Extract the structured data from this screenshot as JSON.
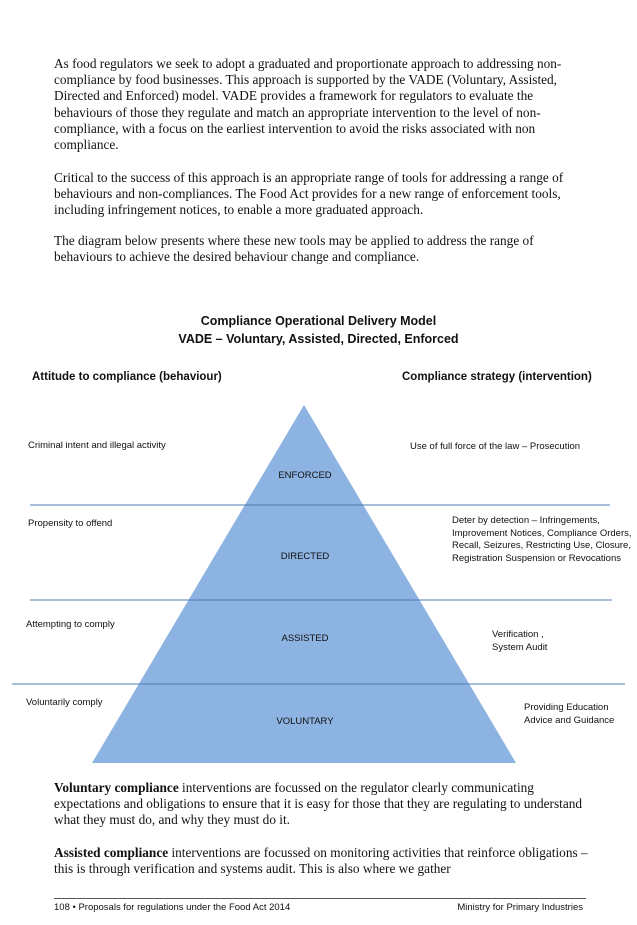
{
  "body": {
    "p1": "As food regulators we seek to adopt a graduated and proportionate approach to addressing non-compliance by food businesses. This approach is supported by the VADE (Voluntary, Assisted, Directed and Enforced) model. VADE provides a framework for regulators to evaluate the behaviours of those they regulate and match an appropriate intervention to the level of non-compliance, with a focus on the earliest intervention to avoid the risks associated with non compliance.",
    "p2": "Critical to the success of this approach is an appropriate range of tools for addressing a range of behaviours and non-compliances. The Food Act provides for a new range of enforcement tools, including infringement notices, to enable a more graduated approach.",
    "p3": "The diagram below presents where these new tools may be applied to address the range of behaviours to achieve the desired behaviour change and compliance.",
    "p4_bold": "Voluntary compliance",
    "p4_rest": " interventions are focussed on the regulator clearly communicating expectations and obligations to ensure that it is easy for those that they are regulating to understand what they must do, and why they must do it.",
    "p5_bold": "Assisted compliance",
    "p5_rest": " interventions are focussed on monitoring activities that reinforce obligations – this is through verification and systems audit. This is also where we gather"
  },
  "diagram": {
    "title_line1": "Compliance Operational Delivery Model",
    "title_line2": "VADE – Voluntary, Assisted, Directed, Enforced",
    "left_heading": "Attitude to compliance (behaviour)",
    "right_heading": "Compliance strategy (intervention)",
    "fill_color": "#8db3e2",
    "line_color": "#4f7db5",
    "tiers": [
      {
        "name": "ENFORCED",
        "behaviour": "Criminal intent and illegal activity",
        "strategy": "Use of full force of the law – Prosecution"
      },
      {
        "name": "DIRECTED",
        "behaviour": "Propensity to offend",
        "strategy": "Deter by detection – Infringements, Improvement Notices, Compliance Orders, Recall, Seizures, Restricting Use, Closure, Registration Suspension or Revocations"
      },
      {
        "name": "ASSISTED",
        "behaviour": "Attempting to comply",
        "strategy": "Verification , System Audit"
      },
      {
        "name": "VOLUNTARY",
        "behaviour": "Voluntarily comply",
        "strategy": "Providing Education Advice and Guidance"
      }
    ]
  },
  "footer": {
    "left": "108 • Proposals for regulations under the Food Act 2014",
    "right": "Ministry for Primary Industries"
  }
}
